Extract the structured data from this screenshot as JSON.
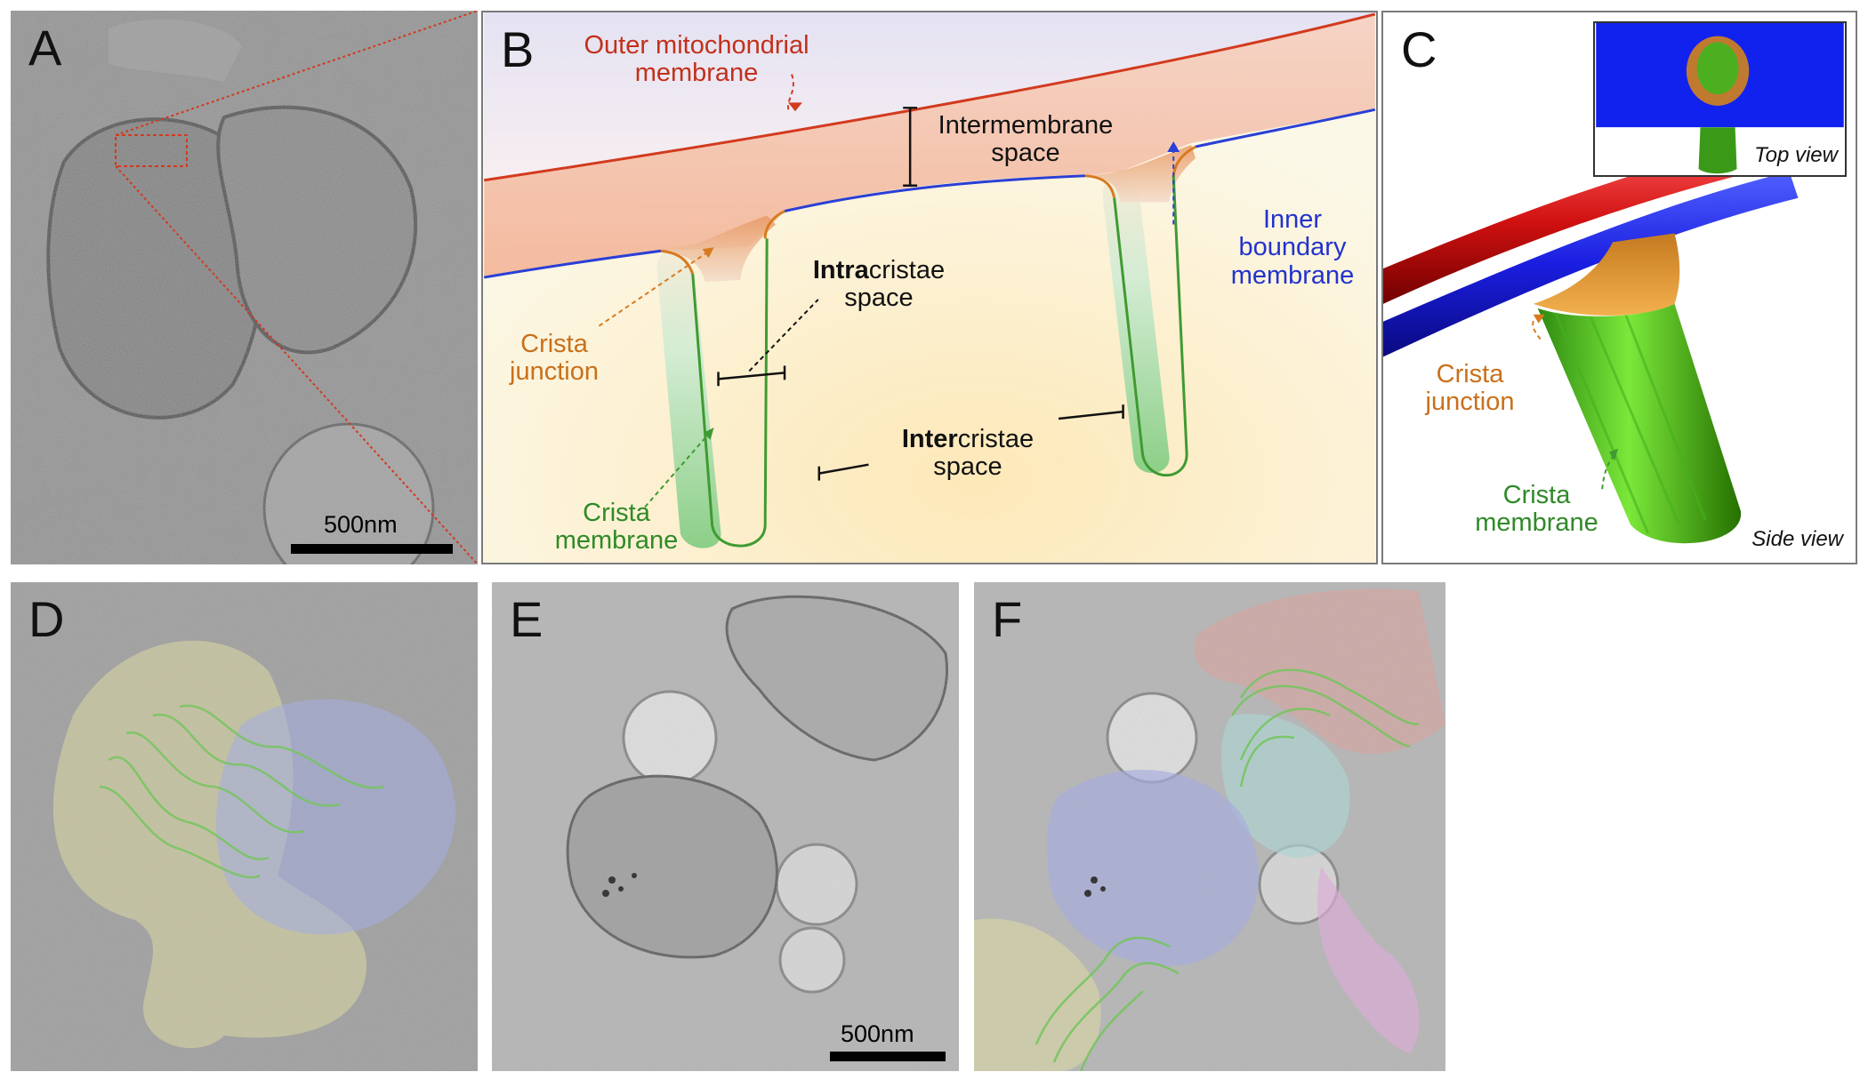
{
  "panels": {
    "a": {
      "letter": "A",
      "scale_label": "500nm"
    },
    "b": {
      "letter": "B",
      "outer_membrane": "Outer mitochondrial membrane",
      "intermembrane": "Intermembrane space",
      "inner_boundary": "Inner boundary membrane",
      "crista_junction": "Crista junction",
      "intracristae_bold": "Intra",
      "intracristae_rest": "cristae space",
      "intercristae_bold": "Inter",
      "intercristae_rest": "cristae space",
      "crista_membrane": "Crista membrane"
    },
    "c": {
      "letter": "C",
      "top_view": "Top view",
      "side_view": "Side view",
      "crista_junction": "Crista junction",
      "crista_membrane": "Crista membrane"
    },
    "d": {
      "letter": "D"
    },
    "e": {
      "letter": "E",
      "scale_label": "500nm"
    },
    "f": {
      "letter": "F"
    }
  },
  "colors": {
    "outer_membrane": "#d23a1e",
    "inner_boundary": "#2a3fd6",
    "crista_junction": "#d87a20",
    "crista_membrane": "#3f9a32",
    "segment_yellow": "#e8e39a",
    "segment_blue": "#9fa8e8",
    "segment_red": "#d8a09a",
    "segment_cyan": "#a8dcd8",
    "segment_pink": "#e6a8e0"
  }
}
